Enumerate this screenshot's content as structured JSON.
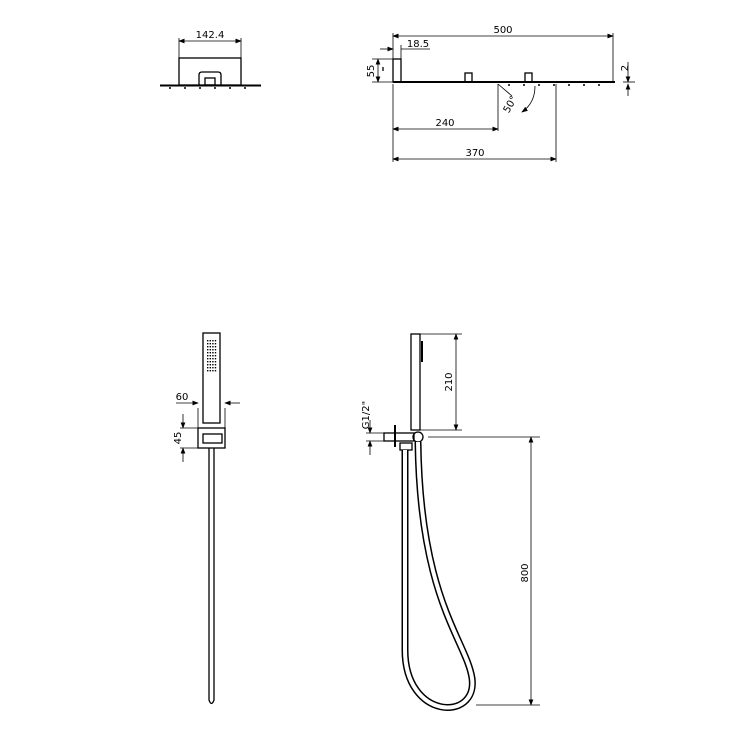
{
  "drawing": {
    "overhead_top_view": {
      "width_label": "142.4"
    },
    "overhead_side_view": {
      "length_label": "500",
      "arm_width_label": "18.5",
      "arm_height_label": "55",
      "thickness_label": "2",
      "arm_offset_label": "240",
      "projection_label": "370",
      "angle_label": "50°"
    },
    "hand_shower_front_view": {
      "width_label": "60",
      "bracket_height_label": "45"
    },
    "hand_shower_side_view": {
      "handle_length_label": "210",
      "thread_label": "G1/2\"",
      "hose_length_label": "800"
    }
  },
  "colors": {
    "line": "#000000",
    "background": "#ffffff"
  }
}
